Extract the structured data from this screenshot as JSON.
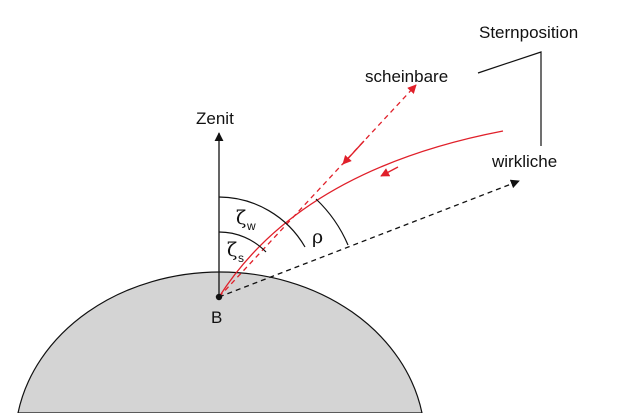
{
  "labels": {
    "zenith": "Zenit",
    "star_position": "Sternposition",
    "apparent": "scheinbare",
    "true": "wirkliche",
    "observer": "B",
    "zeta_true_symbol": "ζ",
    "zeta_true_sub": "w",
    "zeta_apparent_symbol": "ζ",
    "zeta_apparent_sub": "s",
    "refraction_symbol": "ρ"
  },
  "colors": {
    "earth_fill": "#d4d4d4",
    "line": "#111111",
    "refraction": "#e0202a"
  }
}
